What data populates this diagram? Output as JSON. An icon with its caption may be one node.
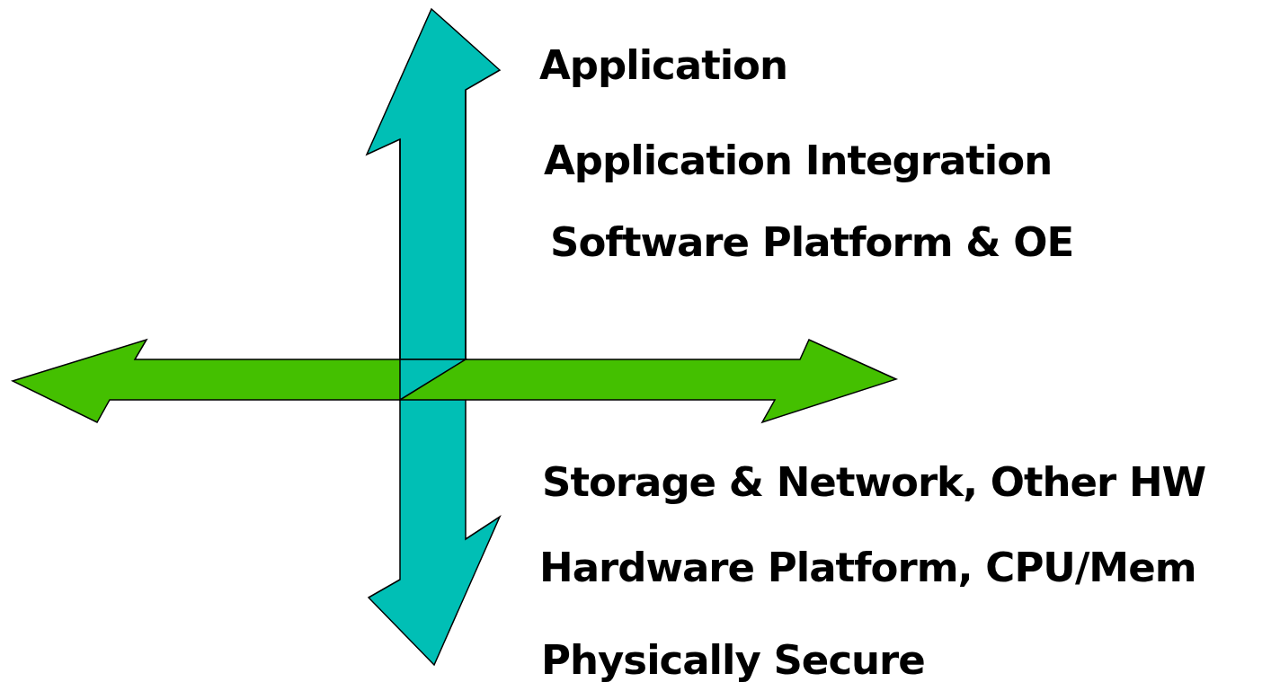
{
  "diagram": {
    "labels": [
      "Application",
      "Application Integration",
      "Software Platform & OE",
      "Storage & Network, Other HW",
      "Hardware Platform, CPU/Mem",
      "Physically Secure"
    ]
  }
}
